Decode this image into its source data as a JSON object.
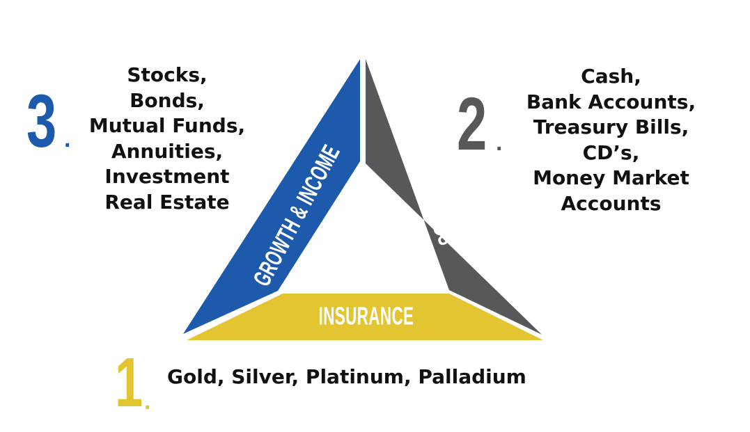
{
  "colors": {
    "growth": "#1d5aab",
    "savings": "#58585b",
    "insurance": "#e3c431",
    "text": "#111111"
  },
  "diagram": {
    "segments": {
      "growth": "GROWTH & INCOME",
      "savings": "SAVINGS",
      "insurance": "INSURANCE"
    }
  },
  "tiers": {
    "three": {
      "number": "3",
      "dot": ".",
      "items": [
        "Stocks,",
        "Bonds,",
        "Mutual Funds,",
        "Annuities,",
        "Investment",
        "Real Estate"
      ]
    },
    "two": {
      "number": "2",
      "dot": ".",
      "items": [
        "Cash,",
        "Bank Accounts,",
        "Treasury Bills,",
        "CD’s,",
        "Money Market",
        "Accounts"
      ]
    },
    "one": {
      "number": "1",
      "dot": ".",
      "items": [
        "Gold, Silver, Platinum, Palladium"
      ]
    }
  }
}
